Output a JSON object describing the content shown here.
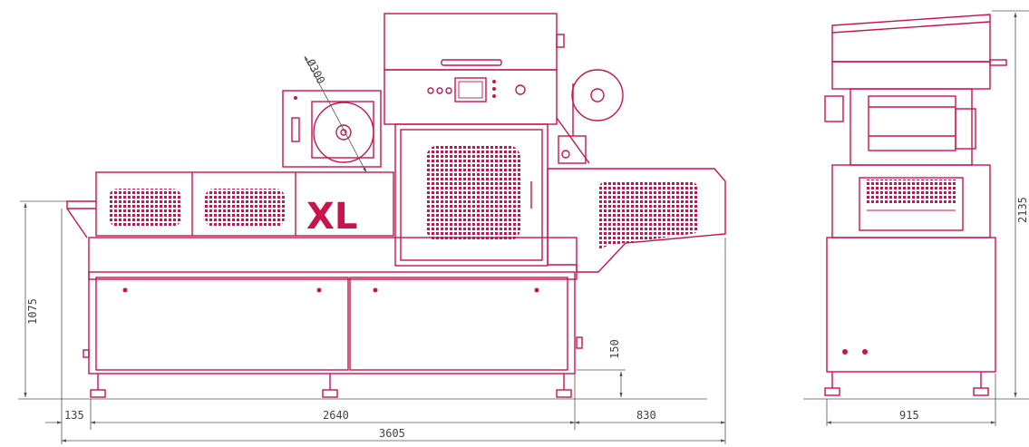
{
  "logo": "XL",
  "dimensions": {
    "overall_width": "3605",
    "base_width": "2640",
    "left_offset": "135",
    "right_extension": "830",
    "height_main": "1075",
    "foot_clearance": "150",
    "side_depth": "915",
    "total_height": "2135",
    "roll_diameter": "Ø300"
  },
  "colors": {
    "machine": "#c8144e",
    "dimension_lines": "#555555"
  }
}
